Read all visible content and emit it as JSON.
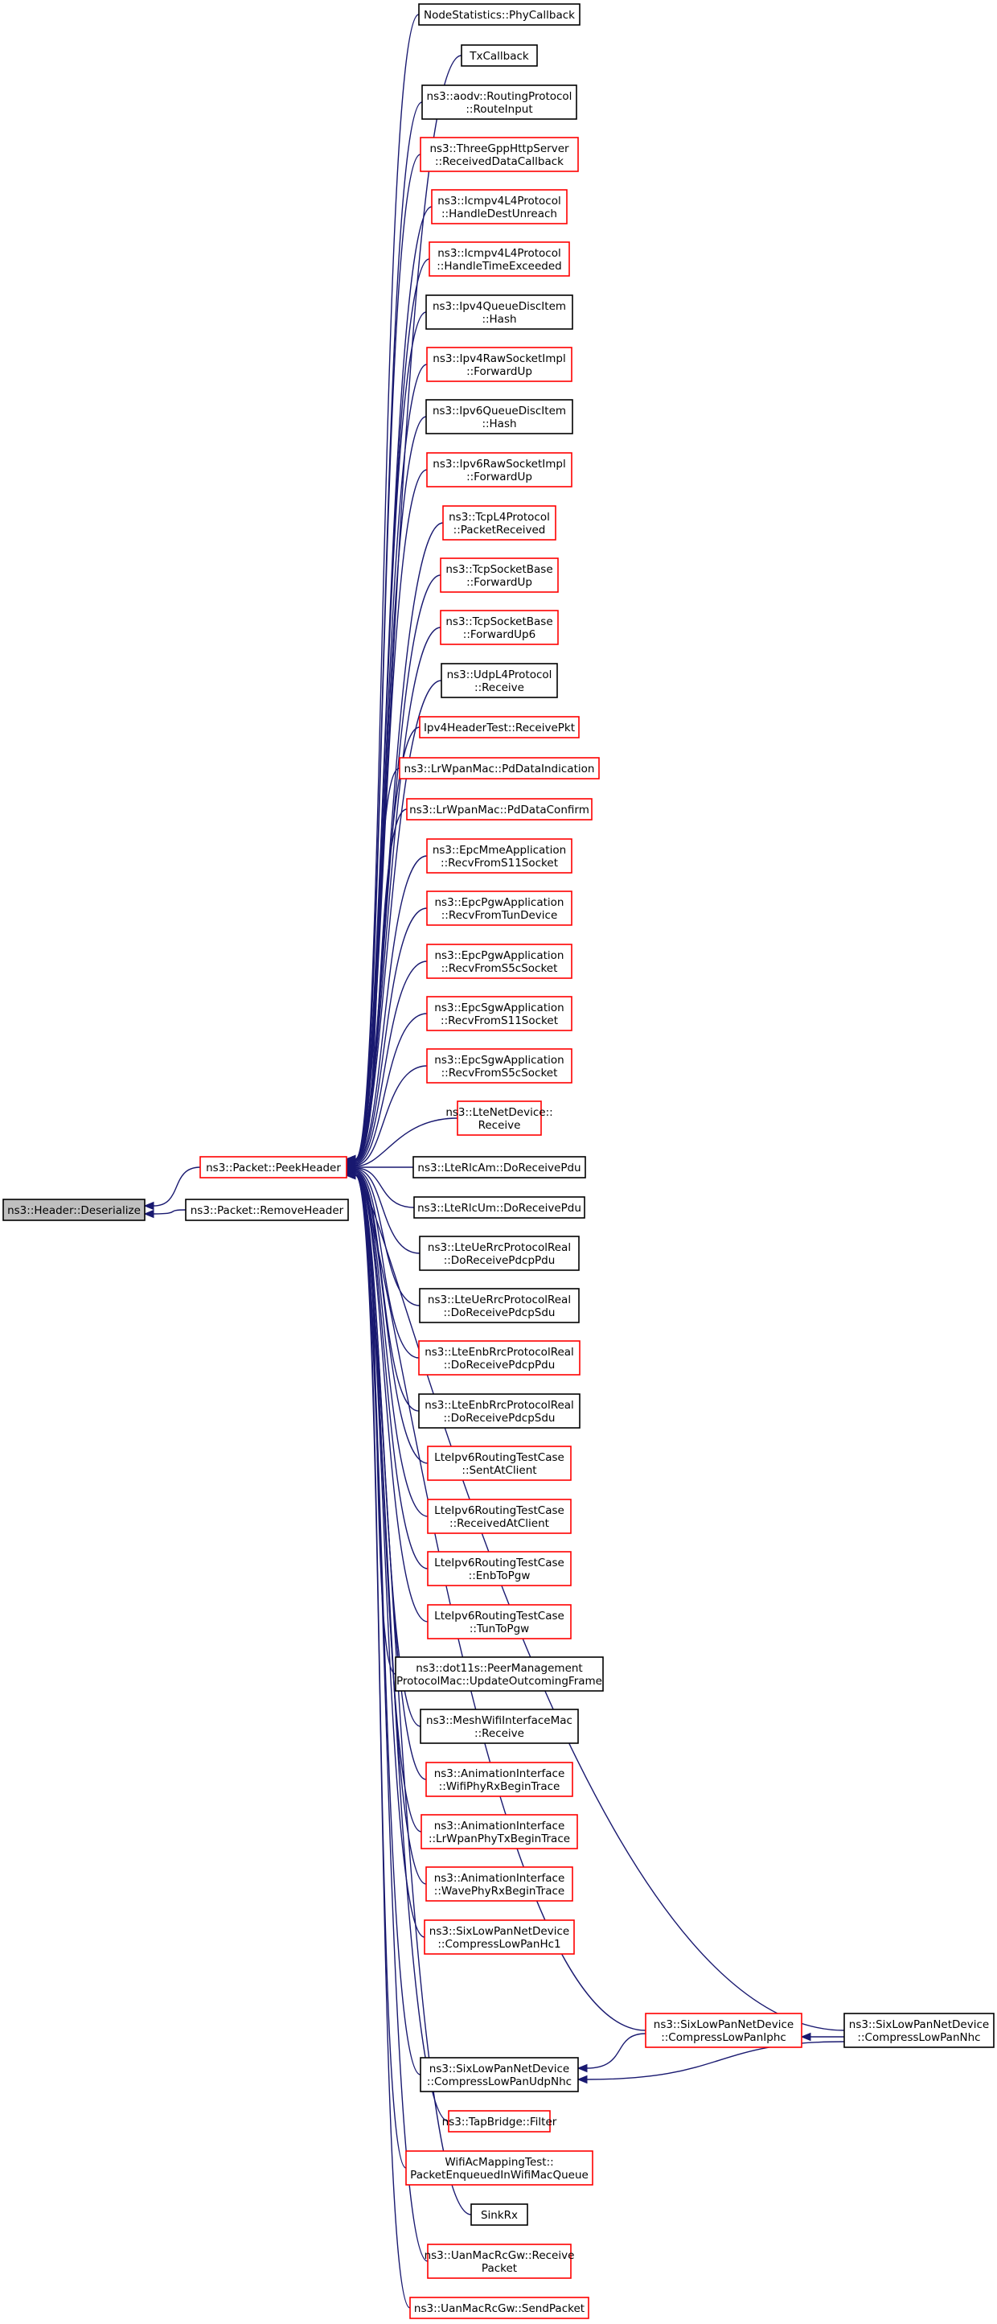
{
  "colors": {
    "edge": "#191970",
    "border_default": "#000000",
    "border_red": "#ff0000",
    "fill_root": "#bfbfbf",
    "fill_default": "#ffffff"
  },
  "nodes": [
    {
      "id": "root",
      "lines": [
        "ns3::Header::Deserialize"
      ],
      "style": "root"
    },
    {
      "id": "peek",
      "lines": [
        "ns3::Packet::PeekHeader"
      ],
      "style": "red"
    },
    {
      "id": "remove",
      "lines": [
        "ns3::Packet::RemoveHeader"
      ],
      "style": "black"
    },
    {
      "id": "n0",
      "lines": [
        "NodeStatistics::PhyCallback"
      ],
      "style": "black"
    },
    {
      "id": "n1",
      "lines": [
        "TxCallback"
      ],
      "style": "black"
    },
    {
      "id": "n2",
      "lines": [
        "ns3::aodv::RoutingProtocol",
        "::RouteInput"
      ],
      "style": "black"
    },
    {
      "id": "n3",
      "lines": [
        "ns3::ThreeGppHttpServer",
        "::ReceivedDataCallback"
      ],
      "style": "red"
    },
    {
      "id": "n4",
      "lines": [
        "ns3::Icmpv4L4Protocol",
        "::HandleDestUnreach"
      ],
      "style": "red"
    },
    {
      "id": "n5",
      "lines": [
        "ns3::Icmpv4L4Protocol",
        "::HandleTimeExceeded"
      ],
      "style": "red"
    },
    {
      "id": "n6",
      "lines": [
        "ns3::Ipv4QueueDiscItem",
        "::Hash"
      ],
      "style": "black"
    },
    {
      "id": "n7",
      "lines": [
        "ns3::Ipv4RawSocketImpl",
        "::ForwardUp"
      ],
      "style": "red"
    },
    {
      "id": "n8",
      "lines": [
        "ns3::Ipv6QueueDiscItem",
        "::Hash"
      ],
      "style": "black"
    },
    {
      "id": "n9",
      "lines": [
        "ns3::Ipv6RawSocketImpl",
        "::ForwardUp"
      ],
      "style": "red"
    },
    {
      "id": "n10",
      "lines": [
        "ns3::TcpL4Protocol",
        "::PacketReceived"
      ],
      "style": "red"
    },
    {
      "id": "n11",
      "lines": [
        "ns3::TcpSocketBase",
        "::ForwardUp"
      ],
      "style": "red"
    },
    {
      "id": "n12",
      "lines": [
        "ns3::TcpSocketBase",
        "::ForwardUp6"
      ],
      "style": "red"
    },
    {
      "id": "n13",
      "lines": [
        "ns3::UdpL4Protocol",
        "::Receive"
      ],
      "style": "black"
    },
    {
      "id": "n14",
      "lines": [
        "Ipv4HeaderTest::ReceivePkt"
      ],
      "style": "red"
    },
    {
      "id": "n15",
      "lines": [
        "ns3::LrWpanMac::PdDataIndication"
      ],
      "style": "red"
    },
    {
      "id": "n16",
      "lines": [
        "ns3::LrWpanMac::PdDataConfirm"
      ],
      "style": "red"
    },
    {
      "id": "n17",
      "lines": [
        "ns3::EpcMmeApplication",
        "::RecvFromS11Socket"
      ],
      "style": "red"
    },
    {
      "id": "n18",
      "lines": [
        "ns3::EpcPgwApplication",
        "::RecvFromTunDevice"
      ],
      "style": "red"
    },
    {
      "id": "n19",
      "lines": [
        "ns3::EpcPgwApplication",
        "::RecvFromS5cSocket"
      ],
      "style": "red"
    },
    {
      "id": "n20",
      "lines": [
        "ns3::EpcSgwApplication",
        "::RecvFromS11Socket"
      ],
      "style": "red"
    },
    {
      "id": "n21",
      "lines": [
        "ns3::EpcSgwApplication",
        "::RecvFromS5cSocket"
      ],
      "style": "red"
    },
    {
      "id": "n22",
      "lines": [
        "ns3::LteNetDevice::",
        "Receive"
      ],
      "style": "red"
    },
    {
      "id": "n23",
      "lines": [
        "ns3::LteRlcAm::DoReceivePdu"
      ],
      "style": "black"
    },
    {
      "id": "n24",
      "lines": [
        "ns3::LteRlcUm::DoReceivePdu"
      ],
      "style": "black"
    },
    {
      "id": "n25",
      "lines": [
        "ns3::LteUeRrcProtocolReal",
        "::DoReceivePdcpPdu"
      ],
      "style": "black"
    },
    {
      "id": "n26",
      "lines": [
        "ns3::LteUeRrcProtocolReal",
        "::DoReceivePdcpSdu"
      ],
      "style": "black"
    },
    {
      "id": "n27",
      "lines": [
        "ns3::LteEnbRrcProtocolReal",
        "::DoReceivePdcpPdu"
      ],
      "style": "red"
    },
    {
      "id": "n28",
      "lines": [
        "ns3::LteEnbRrcProtocolReal",
        "::DoReceivePdcpSdu"
      ],
      "style": "black"
    },
    {
      "id": "n29",
      "lines": [
        "LteIpv6RoutingTestCase",
        "::SentAtClient"
      ],
      "style": "red"
    },
    {
      "id": "n30",
      "lines": [
        "LteIpv6RoutingTestCase",
        "::ReceivedAtClient"
      ],
      "style": "red"
    },
    {
      "id": "n31",
      "lines": [
        "LteIpv6RoutingTestCase",
        "::EnbToPgw"
      ],
      "style": "red"
    },
    {
      "id": "n32",
      "lines": [
        "LteIpv6RoutingTestCase",
        "::TunToPgw"
      ],
      "style": "red"
    },
    {
      "id": "n33",
      "lines": [
        "ns3::dot11s::PeerManagement",
        "ProtocolMac::UpdateOutcomingFrame"
      ],
      "style": "black"
    },
    {
      "id": "n34",
      "lines": [
        "ns3::MeshWifiInterfaceMac",
        "::Receive"
      ],
      "style": "black"
    },
    {
      "id": "n35",
      "lines": [
        "ns3::AnimationInterface",
        "::WifiPhyRxBeginTrace"
      ],
      "style": "red"
    },
    {
      "id": "n36",
      "lines": [
        "ns3::AnimationInterface",
        "::LrWpanPhyTxBeginTrace"
      ],
      "style": "red"
    },
    {
      "id": "n37",
      "lines": [
        "ns3::AnimationInterface",
        "::WavePhyRxBeginTrace"
      ],
      "style": "red"
    },
    {
      "id": "n38",
      "lines": [
        "ns3::SixLowPanNetDevice",
        "::CompressLowPanHc1"
      ],
      "style": "red"
    },
    {
      "id": "n39",
      "lines": [
        "ns3::SixLowPanNetDevice",
        "::CompressLowPanIphc"
      ],
      "style": "red"
    },
    {
      "id": "n40",
      "lines": [
        "ns3::SixLowPanNetDevice",
        "::CompressLowPanNhc"
      ],
      "style": "black"
    },
    {
      "id": "n41",
      "lines": [
        "ns3::SixLowPanNetDevice",
        "::CompressLowPanUdpNhc"
      ],
      "style": "black"
    },
    {
      "id": "n42",
      "lines": [
        "ns3::TapBridge::Filter"
      ],
      "style": "red"
    },
    {
      "id": "n43",
      "lines": [
        "WifiAcMappingTest::",
        "PacketEnqueuedInWifiMacQueue"
      ],
      "style": "red"
    },
    {
      "id": "n44",
      "lines": [
        "SinkRx"
      ],
      "style": "black"
    },
    {
      "id": "n45",
      "lines": [
        "ns3::UanMacRcGw::Receive",
        "Packet"
      ],
      "style": "red"
    },
    {
      "id": "n46",
      "lines": [
        "ns3::UanMacRcGw::SendPacket"
      ],
      "style": "red"
    }
  ],
  "edges": [
    [
      "peek",
      "root"
    ],
    [
      "remove",
      "root"
    ],
    [
      "n0",
      "peek"
    ],
    [
      "n1",
      "peek"
    ],
    [
      "n2",
      "peek"
    ],
    [
      "n3",
      "peek"
    ],
    [
      "n4",
      "peek"
    ],
    [
      "n5",
      "peek"
    ],
    [
      "n6",
      "peek"
    ],
    [
      "n7",
      "peek"
    ],
    [
      "n8",
      "peek"
    ],
    [
      "n9",
      "peek"
    ],
    [
      "n10",
      "peek"
    ],
    [
      "n11",
      "peek"
    ],
    [
      "n12",
      "peek"
    ],
    [
      "n13",
      "peek"
    ],
    [
      "n14",
      "peek"
    ],
    [
      "n15",
      "peek"
    ],
    [
      "n16",
      "peek"
    ],
    [
      "n17",
      "peek"
    ],
    [
      "n18",
      "peek"
    ],
    [
      "n19",
      "peek"
    ],
    [
      "n20",
      "peek"
    ],
    [
      "n21",
      "peek"
    ],
    [
      "n22",
      "peek"
    ],
    [
      "n23",
      "peek"
    ],
    [
      "n24",
      "peek"
    ],
    [
      "n25",
      "peek"
    ],
    [
      "n26",
      "peek"
    ],
    [
      "n27",
      "peek"
    ],
    [
      "n28",
      "peek"
    ],
    [
      "n29",
      "peek"
    ],
    [
      "n30",
      "peek"
    ],
    [
      "n31",
      "peek"
    ],
    [
      "n32",
      "peek"
    ],
    [
      "n33",
      "peek"
    ],
    [
      "n34",
      "peek"
    ],
    [
      "n35",
      "peek"
    ],
    [
      "n36",
      "peek"
    ],
    [
      "n37",
      "peek"
    ],
    [
      "n38",
      "peek"
    ],
    [
      "n39",
      "peek"
    ],
    [
      "n40",
      "peek"
    ],
    [
      "n41",
      "peek"
    ],
    [
      "n42",
      "peek"
    ],
    [
      "n43",
      "peek"
    ],
    [
      "n44",
      "peek"
    ],
    [
      "n45",
      "peek"
    ],
    [
      "n46",
      "peek"
    ],
    [
      "n40",
      "n39"
    ],
    [
      "n39",
      "n41"
    ],
    [
      "n40",
      "n41"
    ]
  ]
}
